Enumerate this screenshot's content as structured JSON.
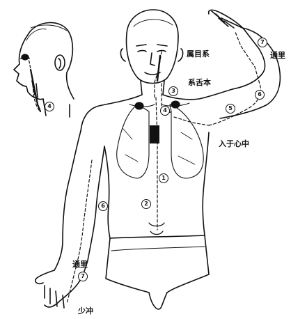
{
  "labels": {
    "eye_system": "属目系",
    "tongue_root": "系舌本",
    "enter_heart": "入于心中",
    "tongli_upper": "通里",
    "tongli_lower": "通里",
    "shaochong": "少冲"
  },
  "markers": {
    "m1": "1",
    "m2": "2",
    "m3": "3",
    "m4": "4",
    "m5": "5",
    "m6_arm": "6",
    "m6_forearm": "6",
    "m7_upper": "7",
    "m7_lower": "7",
    "m4_head": "4"
  },
  "colors": {
    "ink": "#111111",
    "paper": "#ffffff"
  }
}
